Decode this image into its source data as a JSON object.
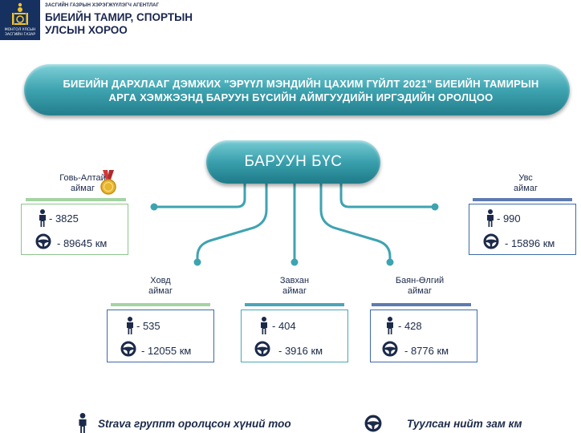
{
  "header": {
    "logo_caption_line1": "МОНГОЛ УЛСЫН",
    "logo_caption_line2": "ЗАСГИЙН ГАЗАР",
    "org_small": "ЗАСГИЙН ГАЗРЫН ХЭРЭГЖҮҮЛЭГЧ АГЕНТЛАГ",
    "org_name_line1": "БИЕИЙН ТАМИР, СПОРТЫН",
    "org_name_line2": "УЛСЫН ХОРОО"
  },
  "banner": {
    "line1": "БИЕИЙН ДАРХЛААГ ДЭМЖИХ \"ЭРҮҮЛ МЭНДИЙН ЦАХИМ ГҮЙЛТ 2021\" БИЕИЙН ТАМИРЫН",
    "line2": "АРГА ХЭМЖЭЭНД БАРУУН БҮСИЙН АЙМГУУДИЙН ИРГЭДИЙН ОРОЛЦОО"
  },
  "hub": {
    "label": "БАРУУН БҮС"
  },
  "provinces": [
    {
      "name": "Говь-Алтай",
      "suffix": "аймаг",
      "participants": "- 3825",
      "distance": "- 89645 км",
      "medal": "gold-medal-icon"
    },
    {
      "name": "Увс",
      "suffix": "аймаг",
      "participants": "- 990",
      "distance": "- 15896 км"
    },
    {
      "name": "Ховд",
      "suffix": "аймаг",
      "participants": "- 535",
      "distance": "- 12055 км"
    },
    {
      "name": "Завхан",
      "suffix": "аймаг",
      "participants": "- 404",
      "distance": "- 3916 км"
    },
    {
      "name": "Баян-Өлгий",
      "suffix": "аймаг",
      "participants": "- 428",
      "distance": "- 8776 км"
    }
  ],
  "legend": {
    "participants_label": "Strava группт оролцсон хүний тоо",
    "distance_label": "Туулсан нийт зам км"
  },
  "colors": {
    "teal": "#3ea3b0",
    "navy": "#1c2a4a",
    "green_accent": "#a4d4a2",
    "blue_accent": "#5d7bb0",
    "gold": "#e8b530"
  },
  "icons": {
    "participant": "person-icon",
    "distance": "steering-wheel-icon"
  }
}
